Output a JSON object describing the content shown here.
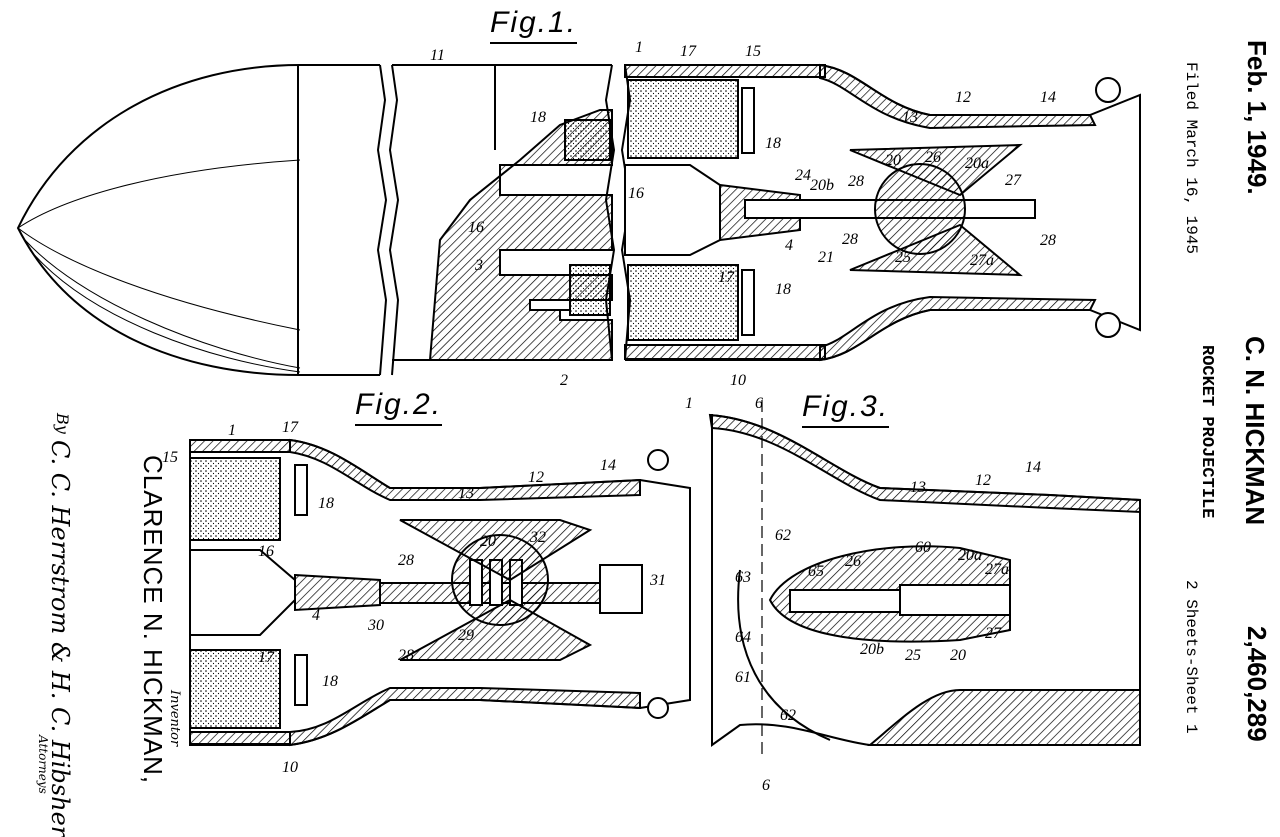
{
  "header": {
    "date": "Feb. 1, 1949.",
    "filed": "Filed March 16, 1945",
    "inventor_short": "C. N. HICKMAN",
    "title": "ROCKET PROJECTILE",
    "sheets": "2 Sheets-Sheet 1",
    "patent_number": "2,460,289"
  },
  "figures": {
    "fig1": "Fig.1.",
    "fig2": "Fig.2.",
    "fig3": "Fig.3."
  },
  "fig1_labels": [
    "11",
    "1",
    "17",
    "15",
    "12",
    "14",
    "18",
    "18",
    "13",
    "20",
    "26",
    "20a",
    "27",
    "16",
    "16",
    "20b",
    "28",
    "24",
    "4",
    "21",
    "28",
    "28",
    "25",
    "27a",
    "3",
    "17",
    "18",
    "2",
    "10"
  ],
  "fig2_labels": [
    "1",
    "17",
    "15",
    "18",
    "12",
    "14",
    "13",
    "16",
    "20",
    "32",
    "28",
    "31",
    "4",
    "30",
    "29",
    "28",
    "17",
    "18",
    "10"
  ],
  "fig3_labels": [
    "1",
    "6",
    "12",
    "14",
    "13",
    "62",
    "60",
    "26",
    "20a",
    "27a",
    "63",
    "65",
    "27",
    "64",
    "20b",
    "25",
    "20",
    "61",
    "62",
    "6"
  ],
  "signature_block": {
    "inventor_name": "CLARENCE N. HICKMAN,",
    "inventor_caption": "Inventor",
    "by": "By",
    "attorneys_signature": "C. C. Herrstrom & H. C. Hibsher",
    "attorneys_caption": "Attorneys"
  }
}
